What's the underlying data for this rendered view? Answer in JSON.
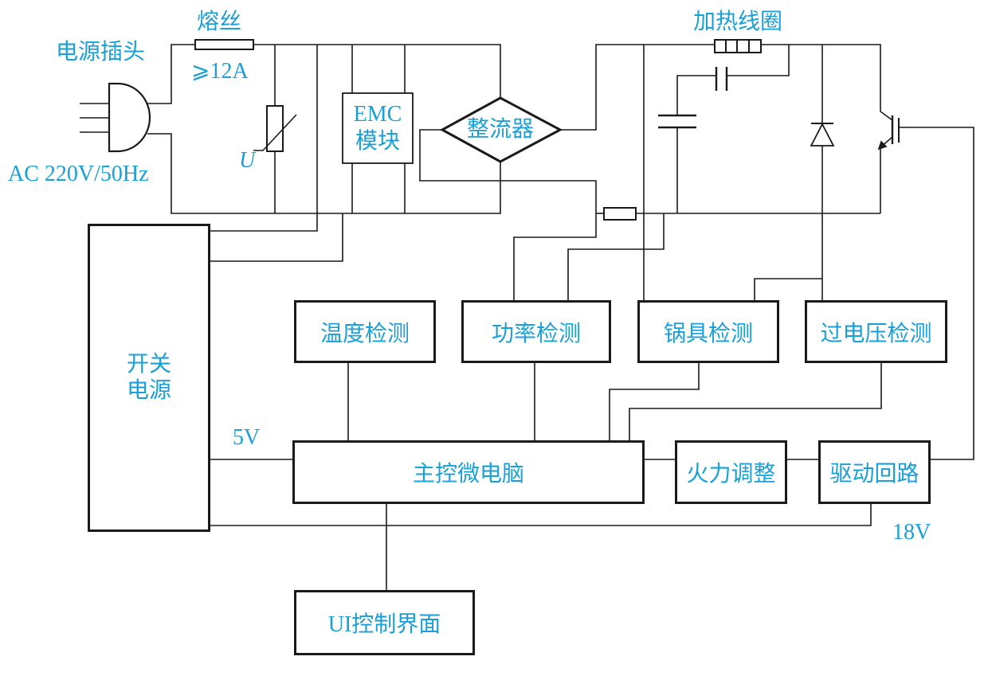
{
  "colors": {
    "text": "#1a9fd6",
    "line": "#1a1a1a"
  },
  "plug": {
    "label": "电源插头",
    "spec": "AC 220V/50Hz"
  },
  "fuse": {
    "label": "熔丝",
    "rating": "⩾12A"
  },
  "varistor": {
    "symbol": "U"
  },
  "emc": {
    "lines": [
      "EMC",
      "模块"
    ]
  },
  "rectifier": {
    "label": "整流器"
  },
  "coil": {
    "label": "加热线圈"
  },
  "psu": {
    "lines": [
      "开关",
      "电源"
    ],
    "v5": "5V",
    "v18": "18V"
  },
  "detect": [
    "温度检测",
    "功率检测",
    "锅具检测",
    "过电压检测"
  ],
  "mcu": "主控微电脑",
  "fire": "火力调整",
  "drive": "驱动回路",
  "ui": "UI控制界面"
}
